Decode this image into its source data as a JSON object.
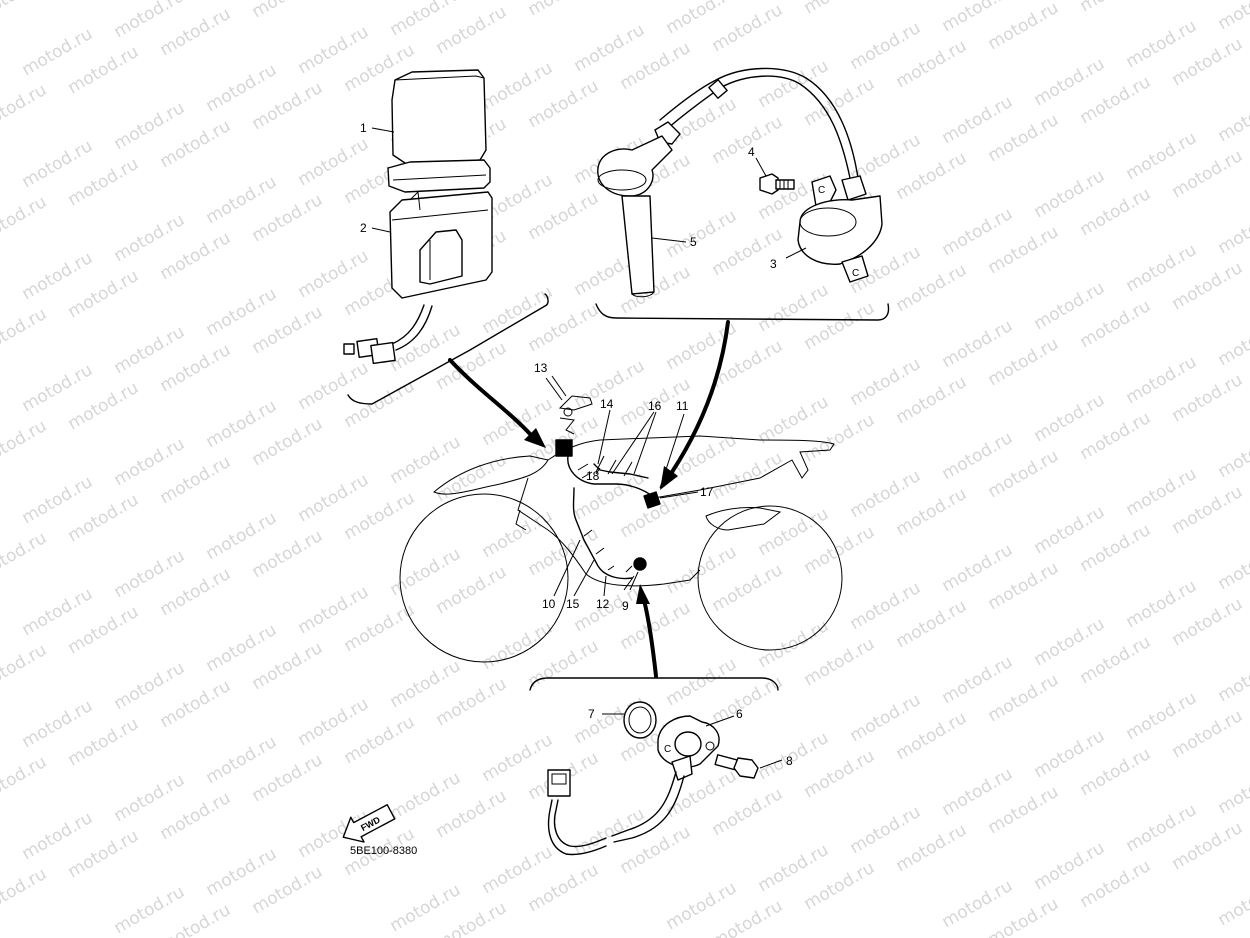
{
  "watermark": "motod.ru",
  "diagram_code": "5BE100-8380",
  "fwd_label": "FWD",
  "callouts": [
    {
      "id": "c1",
      "text": "1"
    },
    {
      "id": "c2",
      "text": "2"
    },
    {
      "id": "c3",
      "text": "3"
    },
    {
      "id": "c4",
      "text": "4"
    },
    {
      "id": "c5",
      "text": "5"
    },
    {
      "id": "c6",
      "text": "6"
    },
    {
      "id": "c7",
      "text": "7"
    },
    {
      "id": "c8",
      "text": "8"
    },
    {
      "id": "c9",
      "text": "9"
    },
    {
      "id": "c10",
      "text": "10"
    },
    {
      "id": "c11",
      "text": "11"
    },
    {
      "id": "c12",
      "text": "12"
    },
    {
      "id": "c13",
      "text": "13"
    },
    {
      "id": "c14",
      "text": "14"
    },
    {
      "id": "c15",
      "text": "15"
    },
    {
      "id": "c16",
      "text": "16"
    },
    {
      "id": "c17",
      "text": "17"
    },
    {
      "id": "c18",
      "text": "18"
    }
  ]
}
